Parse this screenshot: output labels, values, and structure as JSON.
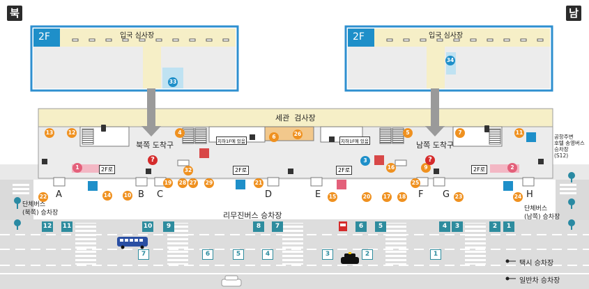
{
  "compass": {
    "north": "북",
    "south": "남"
  },
  "upper_floor": {
    "floor_label": "2F",
    "left_title": "입국 심사장",
    "right_title": "입국 심사장"
  },
  "customs": {
    "title": "세관  검사장"
  },
  "arrivals": {
    "north": "북쪽 도착구",
    "south": "남쪽 도착구"
  },
  "floor_signs": {
    "to_2f": "2F로",
    "to_b1": "지하1F에 있음"
  },
  "bus_area": {
    "title": "리무진버스 승차장",
    "group_north": "단체버스\n(북쪽) 승차장",
    "group_south": "단체버스\n(남쪽) 승차장",
    "hotel_shuttle": "공항주변\n호텔 송영버스\n승차장\n(S12)"
  },
  "road_labels": {
    "taxi": "택시 승차장",
    "car": "일반차 승차장"
  },
  "gates": [
    "A",
    "B",
    "C",
    "D",
    "E",
    "F",
    "G",
    "H"
  ],
  "bus_stops": {
    "row1": [
      "12",
      "11",
      "10",
      "9",
      "8",
      "7",
      "6",
      "5",
      "4",
      "3",
      "2",
      "1"
    ],
    "row2": [
      "7",
      "6",
      "5",
      "4",
      "3",
      "2",
      "1"
    ]
  },
  "facility_numbers": [
    "1",
    "2",
    "3",
    "4",
    "5",
    "6",
    "7",
    "9",
    "10",
    "11",
    "12",
    "13",
    "14",
    "15",
    "16",
    "17",
    "18",
    "19",
    "20",
    "21",
    "22",
    "23",
    "24",
    "25",
    "26",
    "27",
    "28",
    "29",
    "32",
    "33",
    "34"
  ],
  "colors": {
    "orange": "#ef9120",
    "pink": "#e3607a",
    "blue": "#1e8fc9",
    "teal": "#2e8c9e",
    "cream": "#f6efc7",
    "zone_border": "#2e8fcf",
    "floor_gray": "#ececec",
    "road_gray": "#dcdcdc",
    "question_red": "#d52b2b"
  }
}
